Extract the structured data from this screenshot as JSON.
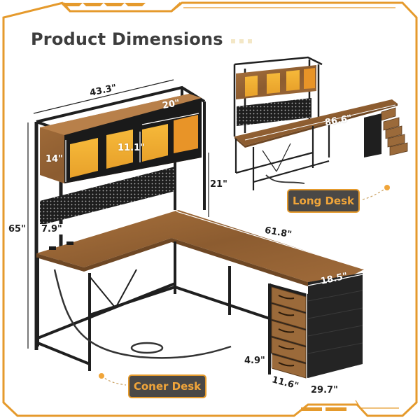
{
  "header": {
    "title": "Product Dimensions"
  },
  "colors": {
    "accent": "#e59a2c",
    "title_text": "#3d3d3d",
    "tag_background": "#4a4846",
    "tag_text": "#f0a53a",
    "wood": "#9b6a3a",
    "frame_black": "#1f1f1f",
    "glow": "#f2b233"
  },
  "labels": {
    "coner_desk": "Coner Desk",
    "long_desk": "Long Desk"
  },
  "dimensions": {
    "hutch_width": "43.3\"",
    "cabinet_width": "20\"",
    "cabinet_height_outer": "14\"",
    "cabinet_height_inner": "11.1\"",
    "hutch_clearance": "21\"",
    "total_height": "65\"",
    "pegboard_height": "7.9\"",
    "desk_length": "61.8\"",
    "desk_depth": "18.5\"",
    "drawer_height": "4.9\"",
    "drawer_width": "11.6\"",
    "desk_height": "29.7\"",
    "long_desk_length": "86.6\""
  }
}
